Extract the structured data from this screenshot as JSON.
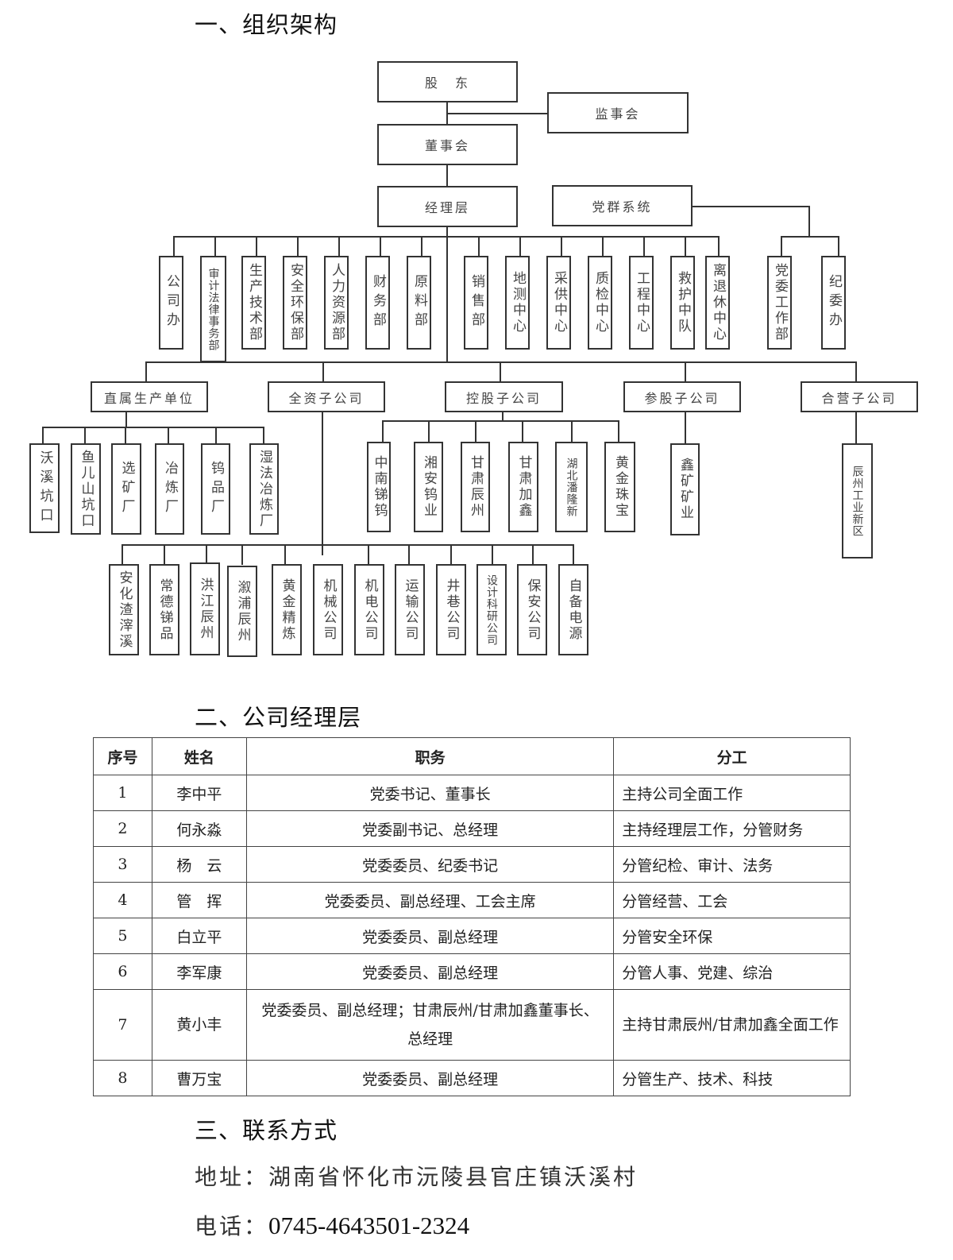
{
  "sections": {
    "org_title": "一、组织架构",
    "mgr_title": "二、公司经理层",
    "contact_title": "三、联系方式"
  },
  "org": {
    "top": {
      "shareholders": "股　东",
      "supervisory_board": "监事会",
      "board": "董事会",
      "management": "经理层",
      "party_system": "党群系统"
    },
    "departments": [
      "公司办",
      "审计法律事务部",
      "生产技术部",
      "安全环保部",
      "人力资源部",
      "财务部",
      "原料部",
      "销售部",
      "地测中心",
      "采供中心",
      "质检中心",
      "工程中心",
      "救护中队",
      "离退休中心"
    ],
    "party_depts": [
      "党委工作部",
      "纪委办"
    ],
    "groups": {
      "direct": "直属生产单位",
      "wholly_owned": "全资子公司",
      "holding": "控股子公司",
      "participating": "参股子公司",
      "joint": "合营子公司"
    },
    "direct_units": [
      "沃溪坑口",
      "鱼儿山坑口",
      "选矿厂",
      "冶炼厂",
      "钨品厂",
      "湿法冶炼厂"
    ],
    "holding_units": [
      "中南锑钨",
      "湘安钨业",
      "甘肃辰州",
      "甘肃加鑫",
      "湖北潘隆新",
      "黄金珠宝"
    ],
    "participating_units": [
      "鑫矿矿业"
    ],
    "joint_units": [
      "辰州工业新区"
    ],
    "wholly_owned_units": [
      "安化渣滓溪",
      "常德锑品",
      "洪江辰州",
      "溆浦辰州",
      "黄金精炼",
      "机械公司",
      "机电公司",
      "运输公司",
      "井巷公司",
      "设计科研公司",
      "保安公司",
      "自备电源"
    ]
  },
  "management_table": {
    "headers": [
      "序号",
      "姓名",
      "职务",
      "分工"
    ],
    "rows": [
      {
        "no": "1",
        "name": "李中平",
        "title": "党委书记、董事长",
        "duty": "主持公司全面工作"
      },
      {
        "no": "2",
        "name": "何永淼",
        "title": "党委副书记、总经理",
        "duty": "主持经理层工作，分管财务"
      },
      {
        "no": "3",
        "name": "杨　云",
        "title": "党委委员、纪委书记",
        "duty": "分管纪检、审计、法务"
      },
      {
        "no": "4",
        "name": "管　挥",
        "title": "党委委员、副总经理、工会主席",
        "duty": "分管经营、工会"
      },
      {
        "no": "5",
        "name": "白立平",
        "title": "党委委员、副总经理",
        "duty": "分管安全环保"
      },
      {
        "no": "6",
        "name": "李军康",
        "title": "党委委员、副总经理",
        "duty": "分管人事、党建、综治"
      },
      {
        "no": "7",
        "name": "黄小丰",
        "title": "党委委员、副总经理；甘肃辰州/甘肃加鑫董事长、总经理",
        "duty": "主持甘肃辰州/甘肃加鑫全面工作"
      },
      {
        "no": "8",
        "name": "曹万宝",
        "title": "党委委员、副总经理",
        "duty": "分管生产、技术、科技"
      }
    ]
  },
  "contact": {
    "address_label": "地址：",
    "address": "湖南省怀化市沅陵县官庄镇沃溪村",
    "phone_label": "电话：",
    "phone": "0745-4643501-2324"
  }
}
